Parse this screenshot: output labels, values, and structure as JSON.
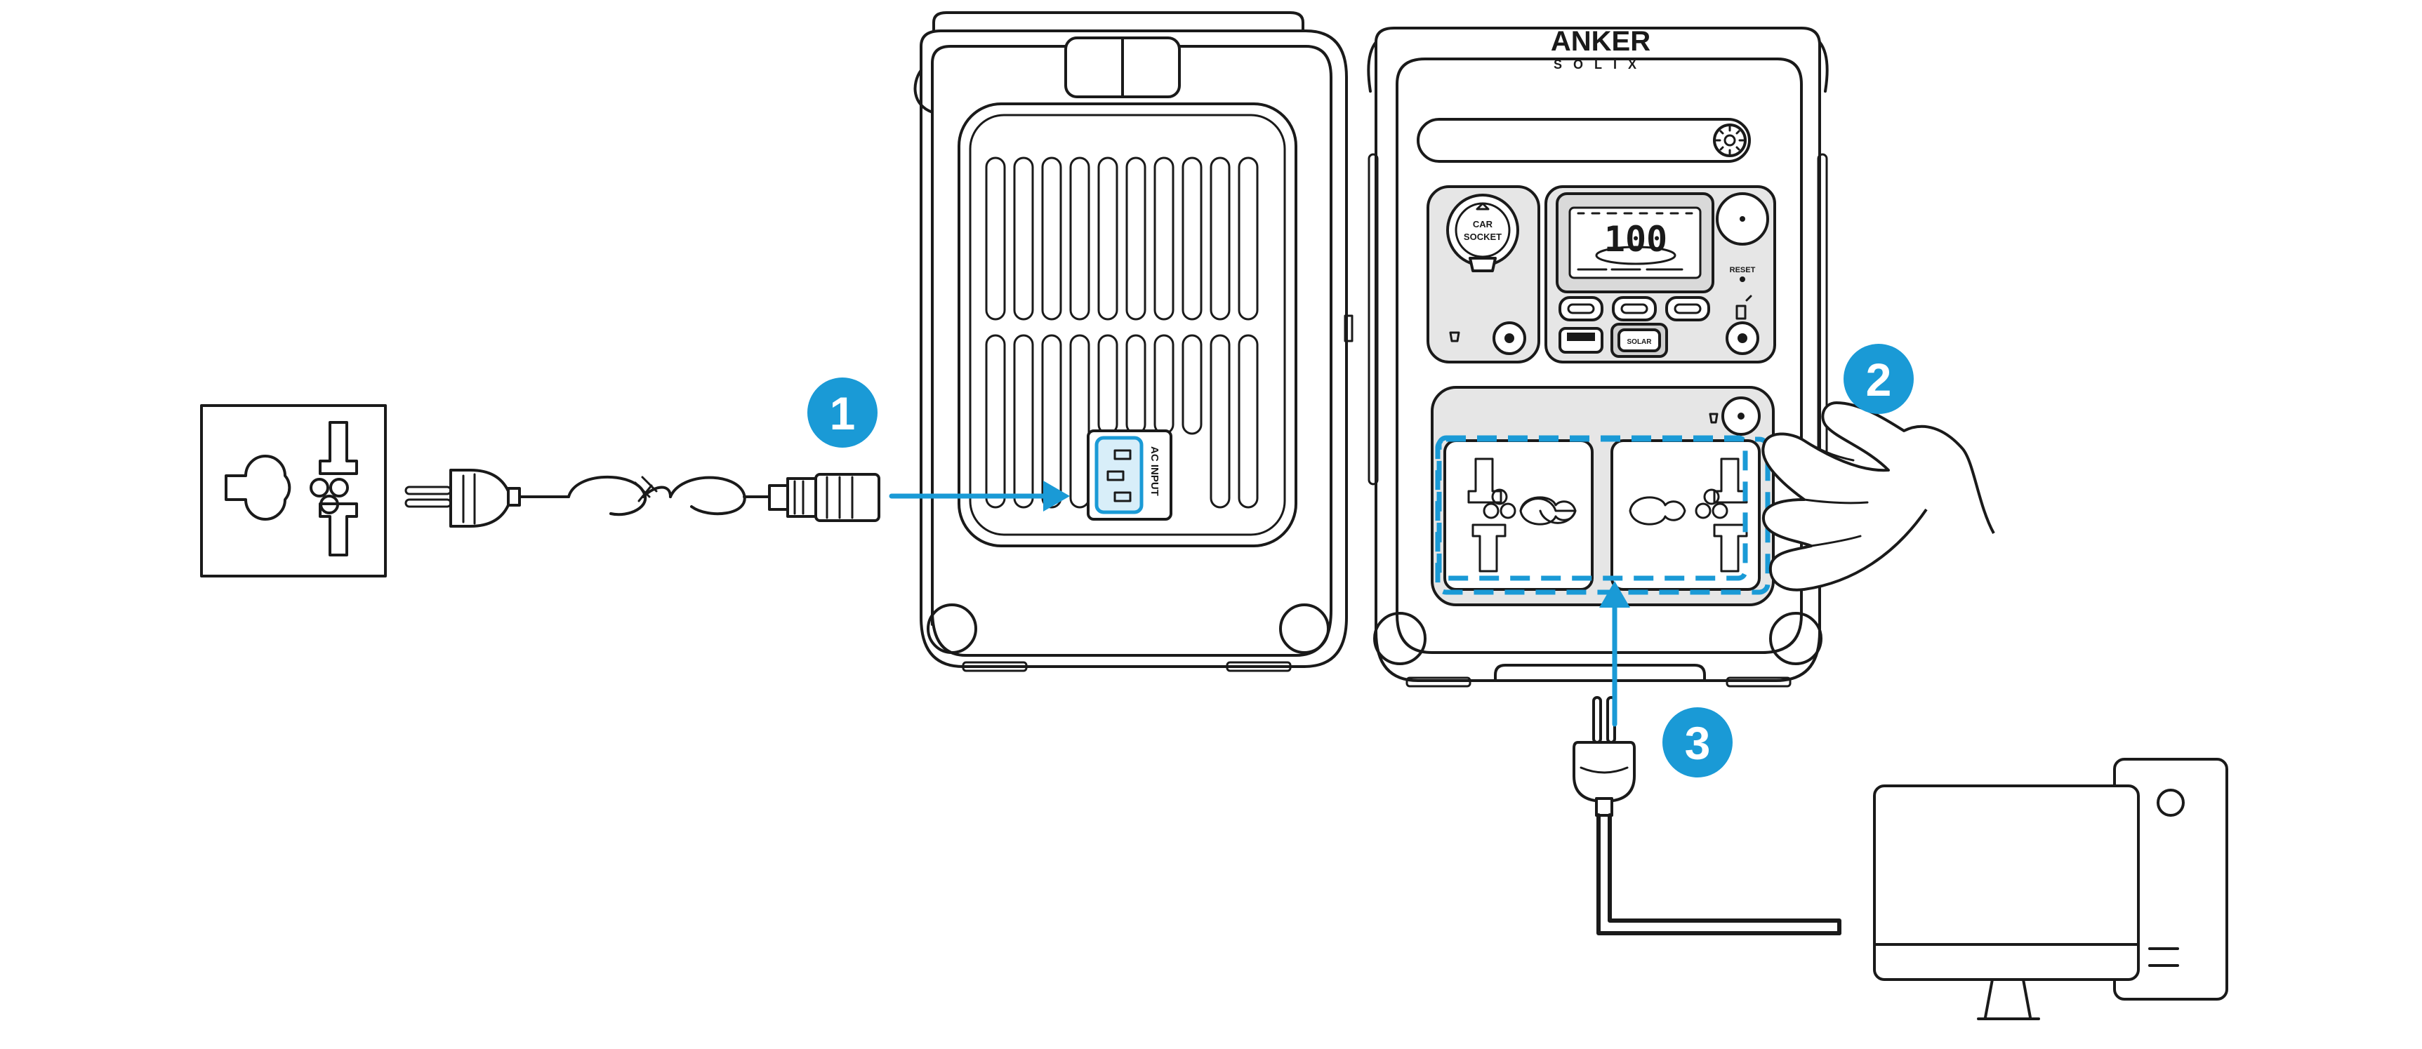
{
  "brand": {
    "name": "ANKER",
    "sub": "SOLIX"
  },
  "labels": {
    "ac_input": "AC INPUT",
    "car_socket_line1": "CAR",
    "car_socket_line2": "SOCKET",
    "reset": "RESET",
    "solar": "SOLAR",
    "lcd_value": "100"
  },
  "steps": [
    "1",
    "2",
    "3"
  ],
  "colors": {
    "accent": "#1a9ad6",
    "line": "#1a1a1a",
    "panel": "#e6e6e6"
  },
  "icons": [
    "wall-socket-icon",
    "power-cord-icon",
    "plug-icon",
    "hand-icon",
    "computer-icon",
    "light-icon",
    "power-button-icon"
  ]
}
